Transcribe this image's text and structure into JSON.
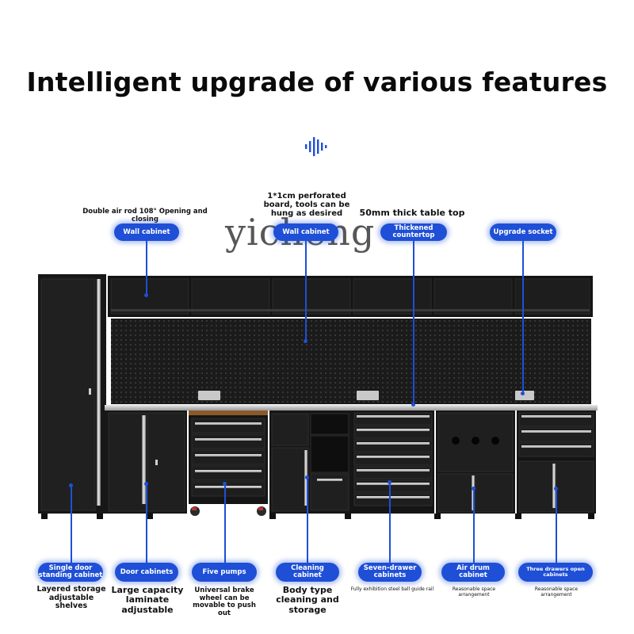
{
  "title": "Intelligent upgrade of various features",
  "icons": {
    "wave": "sound-wave-icon"
  },
  "brand_color": "#1e4fd6",
  "watermark": "yicheng",
  "top_notes": {
    "air_rod": "Double air rod 108° Opening and closing",
    "perforated": "1*1cm perforated board, tools can be hung as desired",
    "table_top": "50mm thick table top"
  },
  "top_labels": {
    "wall_cabinet_1": "Wall cabinet",
    "wall_cabinet_2": "Wall cabinet",
    "thickened_countertop": "Thickened countertop",
    "upgrade_socket": "Upgrade socket"
  },
  "bottom_labels": {
    "single_door": "Single door standing cabinet",
    "door_cabinets": "Door cabinets",
    "five_pumps": "Five pumps",
    "cleaning_cabinet": "Cleaning cabinet",
    "seven_drawer": "Seven-drawer cabinets",
    "air_drum": "Air drum cabinet",
    "three_drawers": "Three drawers open cabinets"
  },
  "bottom_notes": {
    "layered": "Layered storage adjustable shelves",
    "large_capacity": "Large capacity laminate adjustable",
    "universal_brake": "Universal brake wheel can be movable to push out",
    "body_type": "Body type cleaning and storage",
    "guide_rail": "Fully exhibition steel ball guide rail",
    "reasonable_1": "Reasonable space arrangement",
    "reasonable_2": "Reasonable space arrangement"
  }
}
